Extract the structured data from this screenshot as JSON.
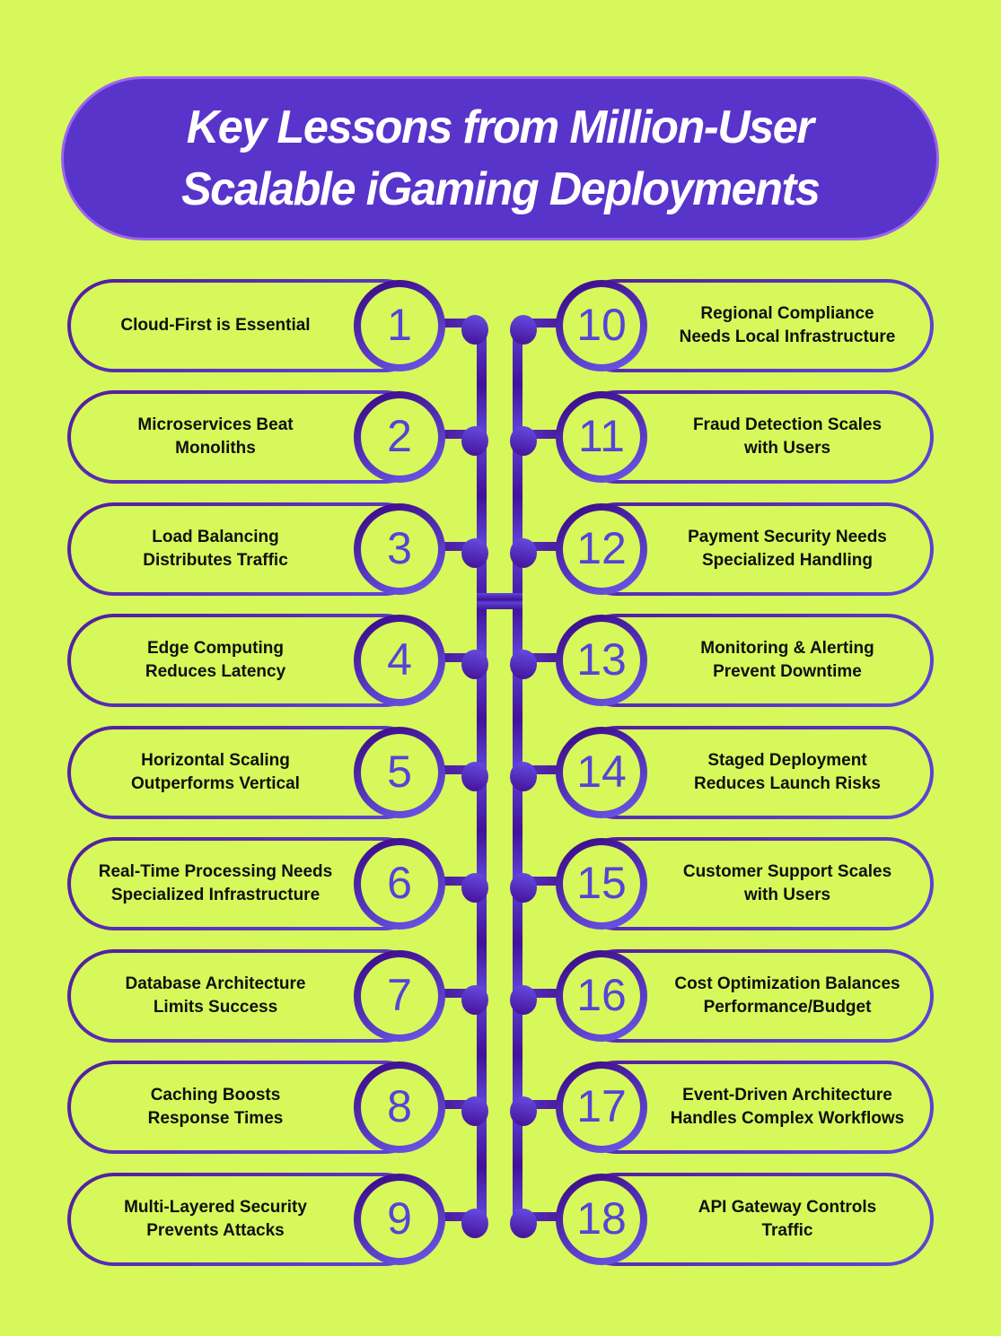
{
  "title": {
    "line1": "Key Lessons from Million-User",
    "line2": "Scalable iGaming Deployments"
  },
  "items": [
    {
      "number": "1",
      "label": "Cloud-First is Essential"
    },
    {
      "number": "2",
      "label": "Microservices Beat\nMonoliths"
    },
    {
      "number": "3",
      "label": "Load Balancing\nDistributes Traffic"
    },
    {
      "number": "4",
      "label": "Edge Computing\nReduces Latency"
    },
    {
      "number": "5",
      "label": "Horizontal Scaling\nOutperforms Vertical"
    },
    {
      "number": "6",
      "label": "Real-Time Processing Needs\nSpecialized Infrastructure"
    },
    {
      "number": "7",
      "label": "Database Architecture\nLimits Success"
    },
    {
      "number": "8",
      "label": "Caching Boosts\nResponse Times"
    },
    {
      "number": "9",
      "label": "Multi-Layered Security\nPrevents Attacks"
    },
    {
      "number": "10",
      "label": "Regional Compliance\nNeeds Local Infrastructure"
    },
    {
      "number": "11",
      "label": "Fraud Detection Scales\nwith Users"
    },
    {
      "number": "12",
      "label": "Payment Security Needs\nSpecialized Handling"
    },
    {
      "number": "13",
      "label": "Monitoring & Alerting\nPrevent Downtime"
    },
    {
      "number": "14",
      "label": "Staged Deployment\nReduces Launch Risks"
    },
    {
      "number": "15",
      "label": "Customer Support Scales\nwith Users"
    },
    {
      "number": "16",
      "label": "Cost Optimization Balances\nPerformance/Budget"
    },
    {
      "number": "17",
      "label": "Event-Driven Architecture\nHandles Complex Workflows"
    },
    {
      "number": "18",
      "label": "API Gateway Controls\nTraffic"
    }
  ],
  "colors": {
    "background": "#d7f85a",
    "banner_fill": "#5834cb",
    "banner_border": "#9c63f0",
    "title_text": "#ffffff",
    "line_purple_dark": "#41119a",
    "line_purple_light": "#5e45da",
    "number_color": "#5743d6",
    "label_color": "#101010"
  }
}
